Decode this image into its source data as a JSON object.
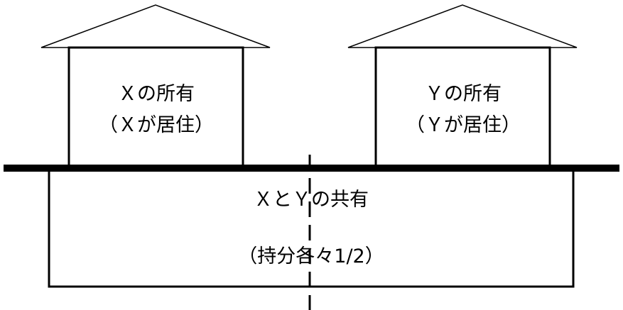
{
  "house_x": {
    "title": "Ｘの所有",
    "subtitle": "（Ｘが居住）"
  },
  "house_y": {
    "title": "Ｙの所有",
    "subtitle": "（Ｙが居住）"
  },
  "shared_land": {
    "title": "ＸとＹの共有",
    "share_note": "（持分各々1/2）"
  },
  "colors": {
    "line": "#000000",
    "background": "#ffffff"
  }
}
